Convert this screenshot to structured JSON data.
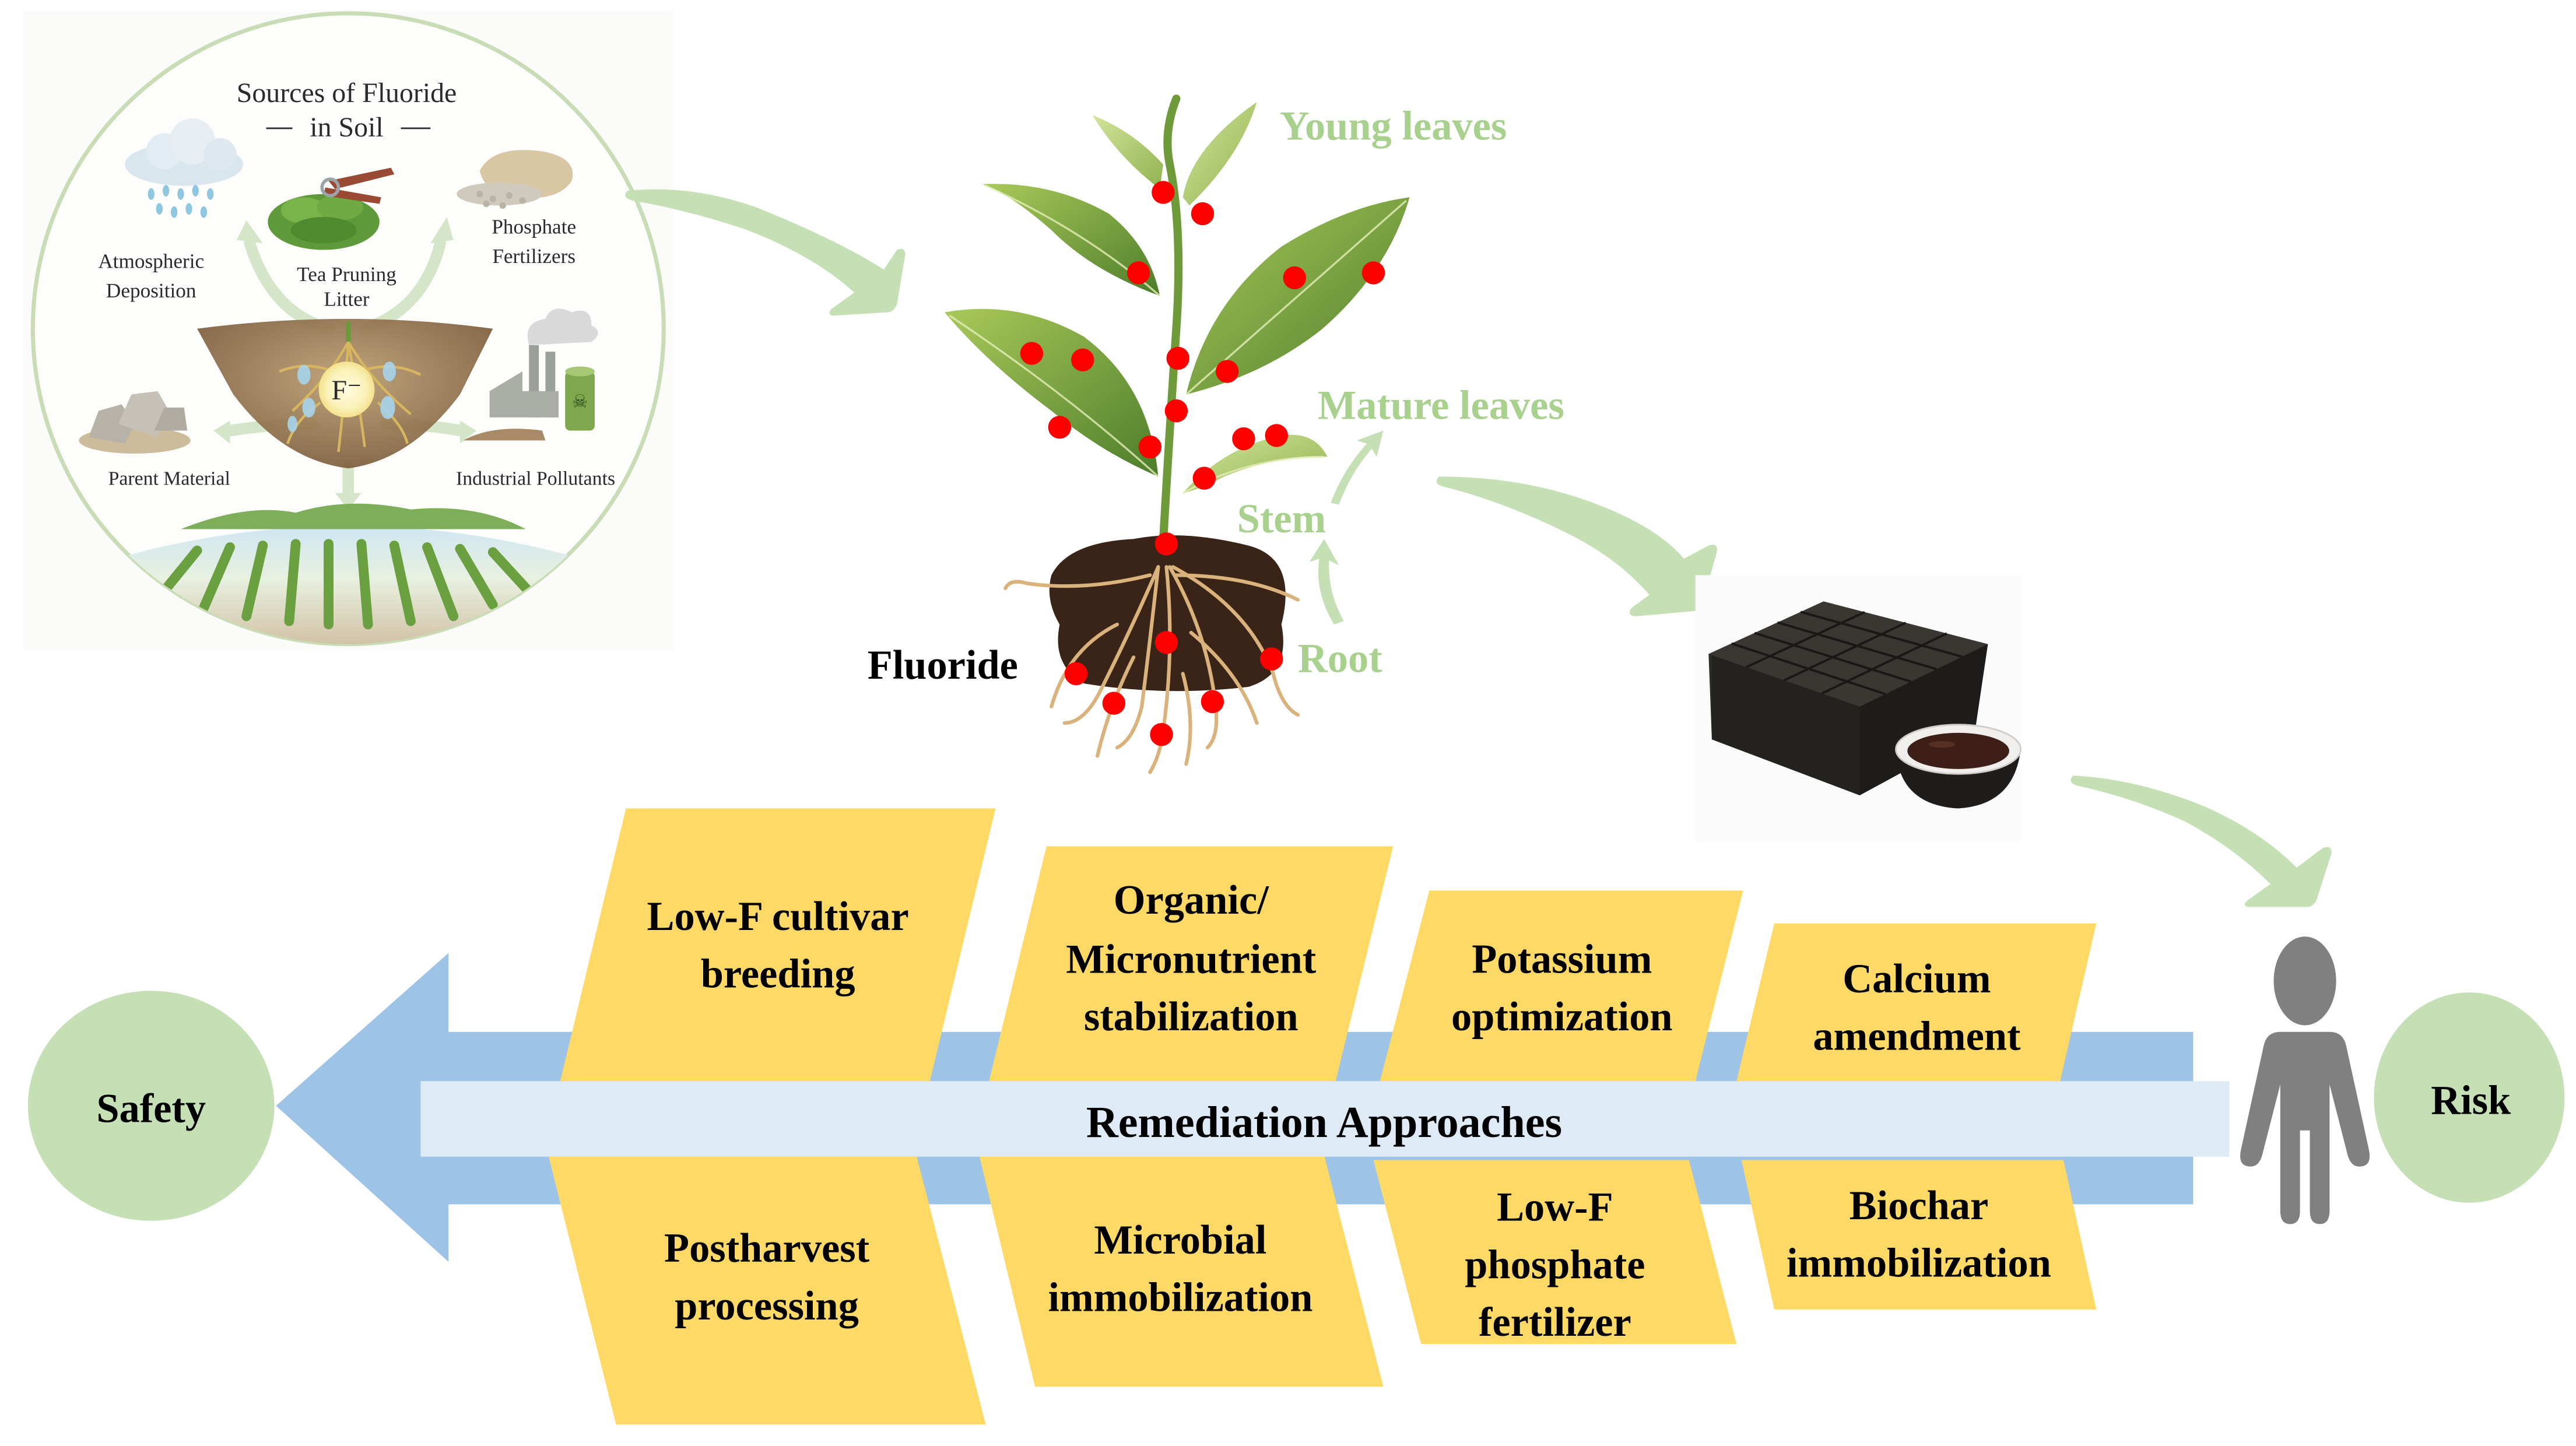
{
  "figure": {
    "sources_panel": {
      "title_line1": "Sources of Fluoride",
      "title_line2": "in Soil",
      "center_ion": "F⁻",
      "sources": [
        {
          "line1": "Atmospheric",
          "line2": "Deposition",
          "icon": "rain-cloud-icon"
        },
        {
          "line1": "Tea Pruning",
          "line2": "Litter",
          "icon": "pruned-leaves-icon"
        },
        {
          "line1": "Phosphate",
          "line2": "Fertilizers",
          "icon": "fertilizer-sack-icon"
        },
        {
          "line1": "Parent Material",
          "line2": "",
          "icon": "rocks-icon"
        },
        {
          "line1": "Industrial Pollutants",
          "line2": "",
          "icon": "factory-icon"
        }
      ]
    },
    "plant": {
      "labels": {
        "young_leaves": "Young leaves",
        "mature_leaves": "Mature leaves",
        "stem": "Stem",
        "root": "Root",
        "fluoride": "Fluoride"
      }
    },
    "product": {
      "icon": "tea-brick-icon",
      "cup_icon": "tea-cup-icon"
    },
    "fishbone": {
      "center_label": "Remediation Approaches",
      "start_label": "Risk",
      "end_label": "Safety",
      "top_approaches": [
        {
          "lines": [
            "Low-F cultivar",
            "breeding"
          ]
        },
        {
          "lines": [
            "Organic/",
            "Micronutrient",
            "stabilization"
          ]
        },
        {
          "lines": [
            "Potassium",
            "optimization"
          ]
        },
        {
          "lines": [
            "Calcium",
            "amendment"
          ]
        }
      ],
      "bottom_approaches": [
        {
          "lines": [
            "Postharvest",
            "processing"
          ]
        },
        {
          "lines": [
            "Microbial",
            "immobilization"
          ]
        },
        {
          "lines": [
            "Low-F",
            "phosphate",
            "fertilizer"
          ]
        },
        {
          "lines": [
            "Biochar",
            "immobilization"
          ]
        }
      ]
    },
    "colors": {
      "flow_arrow": "#c5e0b4",
      "plant_label": "#a9d18e",
      "panel_fill": "#ffd966",
      "shaft_blue": "#9dc3e6",
      "center_band": "#deebf7",
      "endpoint_circle": "#c5e0b4",
      "fluoride_dot": "#ff0000",
      "person": "#808080"
    }
  }
}
